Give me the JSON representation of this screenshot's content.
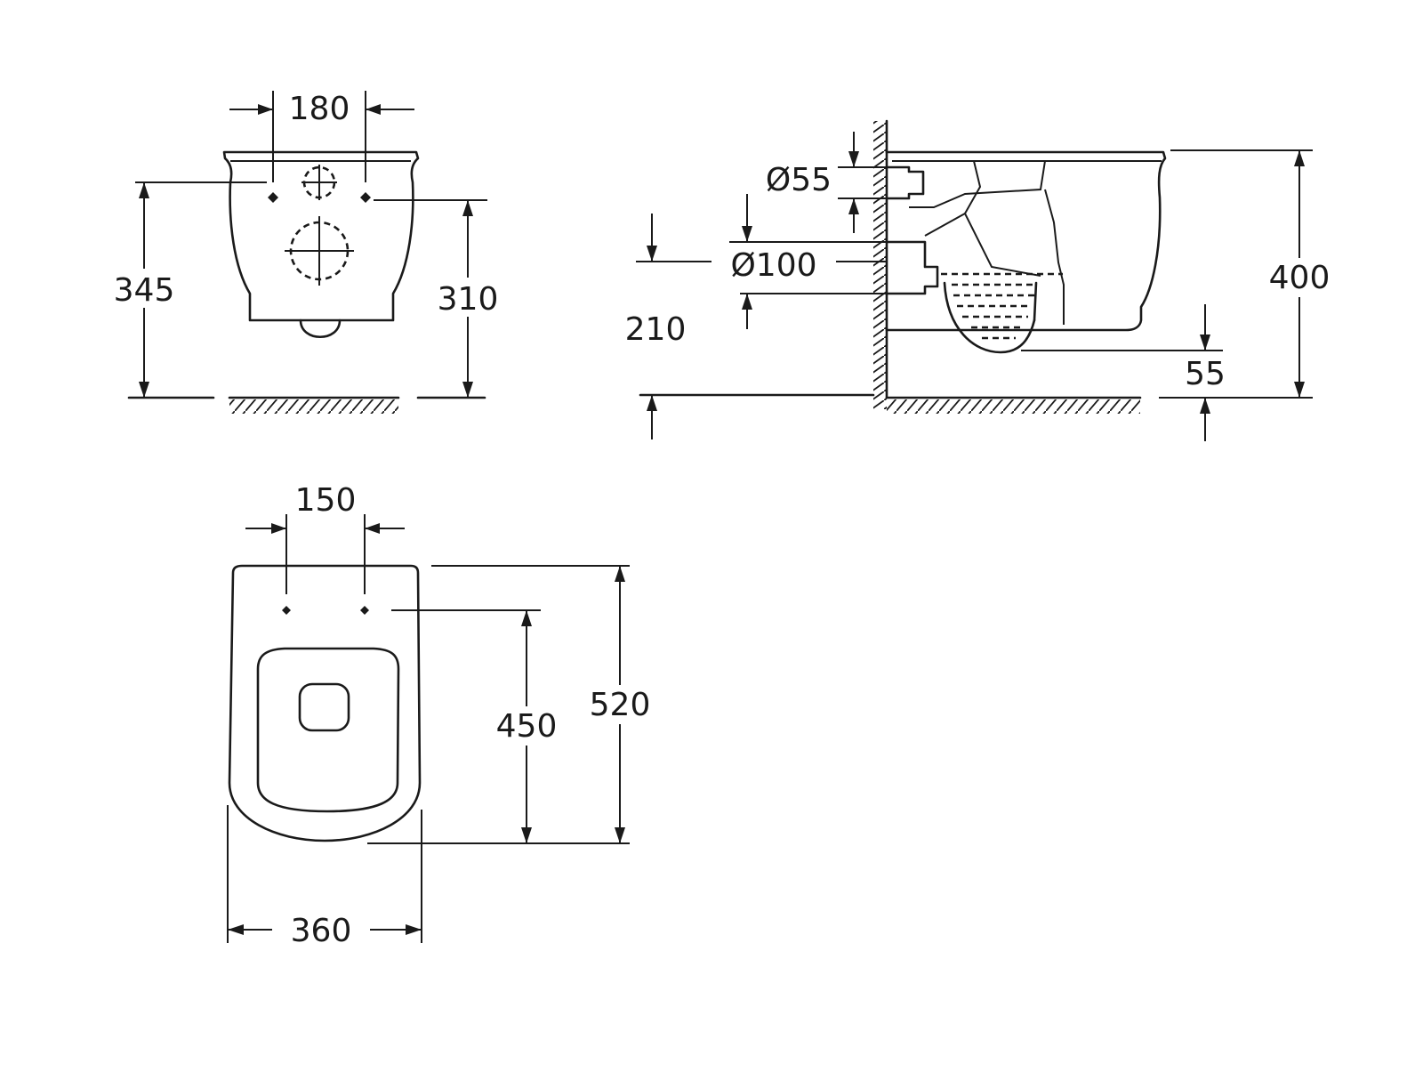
{
  "colors": {
    "line": "#1a1a1a",
    "background": "#ffffff"
  },
  "views": {
    "front": {
      "dim_flange_holes": "180",
      "dim_total_height": "345",
      "dim_fix_height": "310"
    },
    "side": {
      "dim_water_inlet": "Ø55",
      "dim_outlet": "Ø100",
      "dim_outlet_height": "210",
      "dim_bowl_height": "400",
      "dim_trap_clearance": "55"
    },
    "top": {
      "dim_seat_holes": "150",
      "dim_hole_to_front": "450",
      "dim_total_length": "520",
      "dim_width": "360"
    }
  }
}
